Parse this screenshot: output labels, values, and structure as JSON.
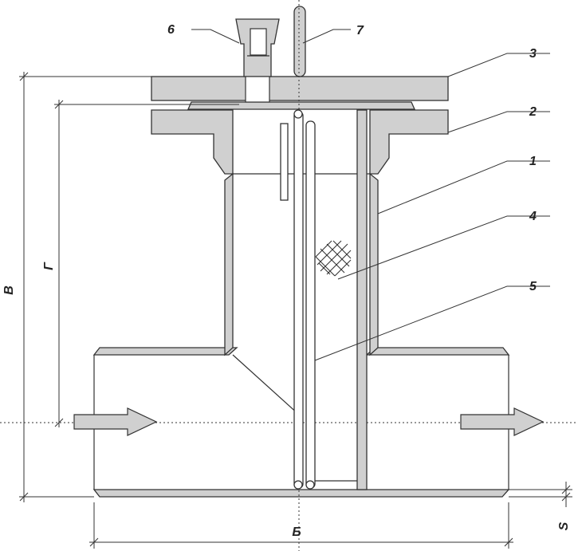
{
  "callouts": [
    "1",
    "2",
    "3",
    "4",
    "5",
    "6",
    "7"
  ],
  "dimensions": {
    "overall_height": "В",
    "inner_height": "Г",
    "length": "Б",
    "wall": "S"
  },
  "colors": {
    "wall_fill": "#d0d0d0",
    "line": "#333333",
    "background": "#ffffff"
  }
}
